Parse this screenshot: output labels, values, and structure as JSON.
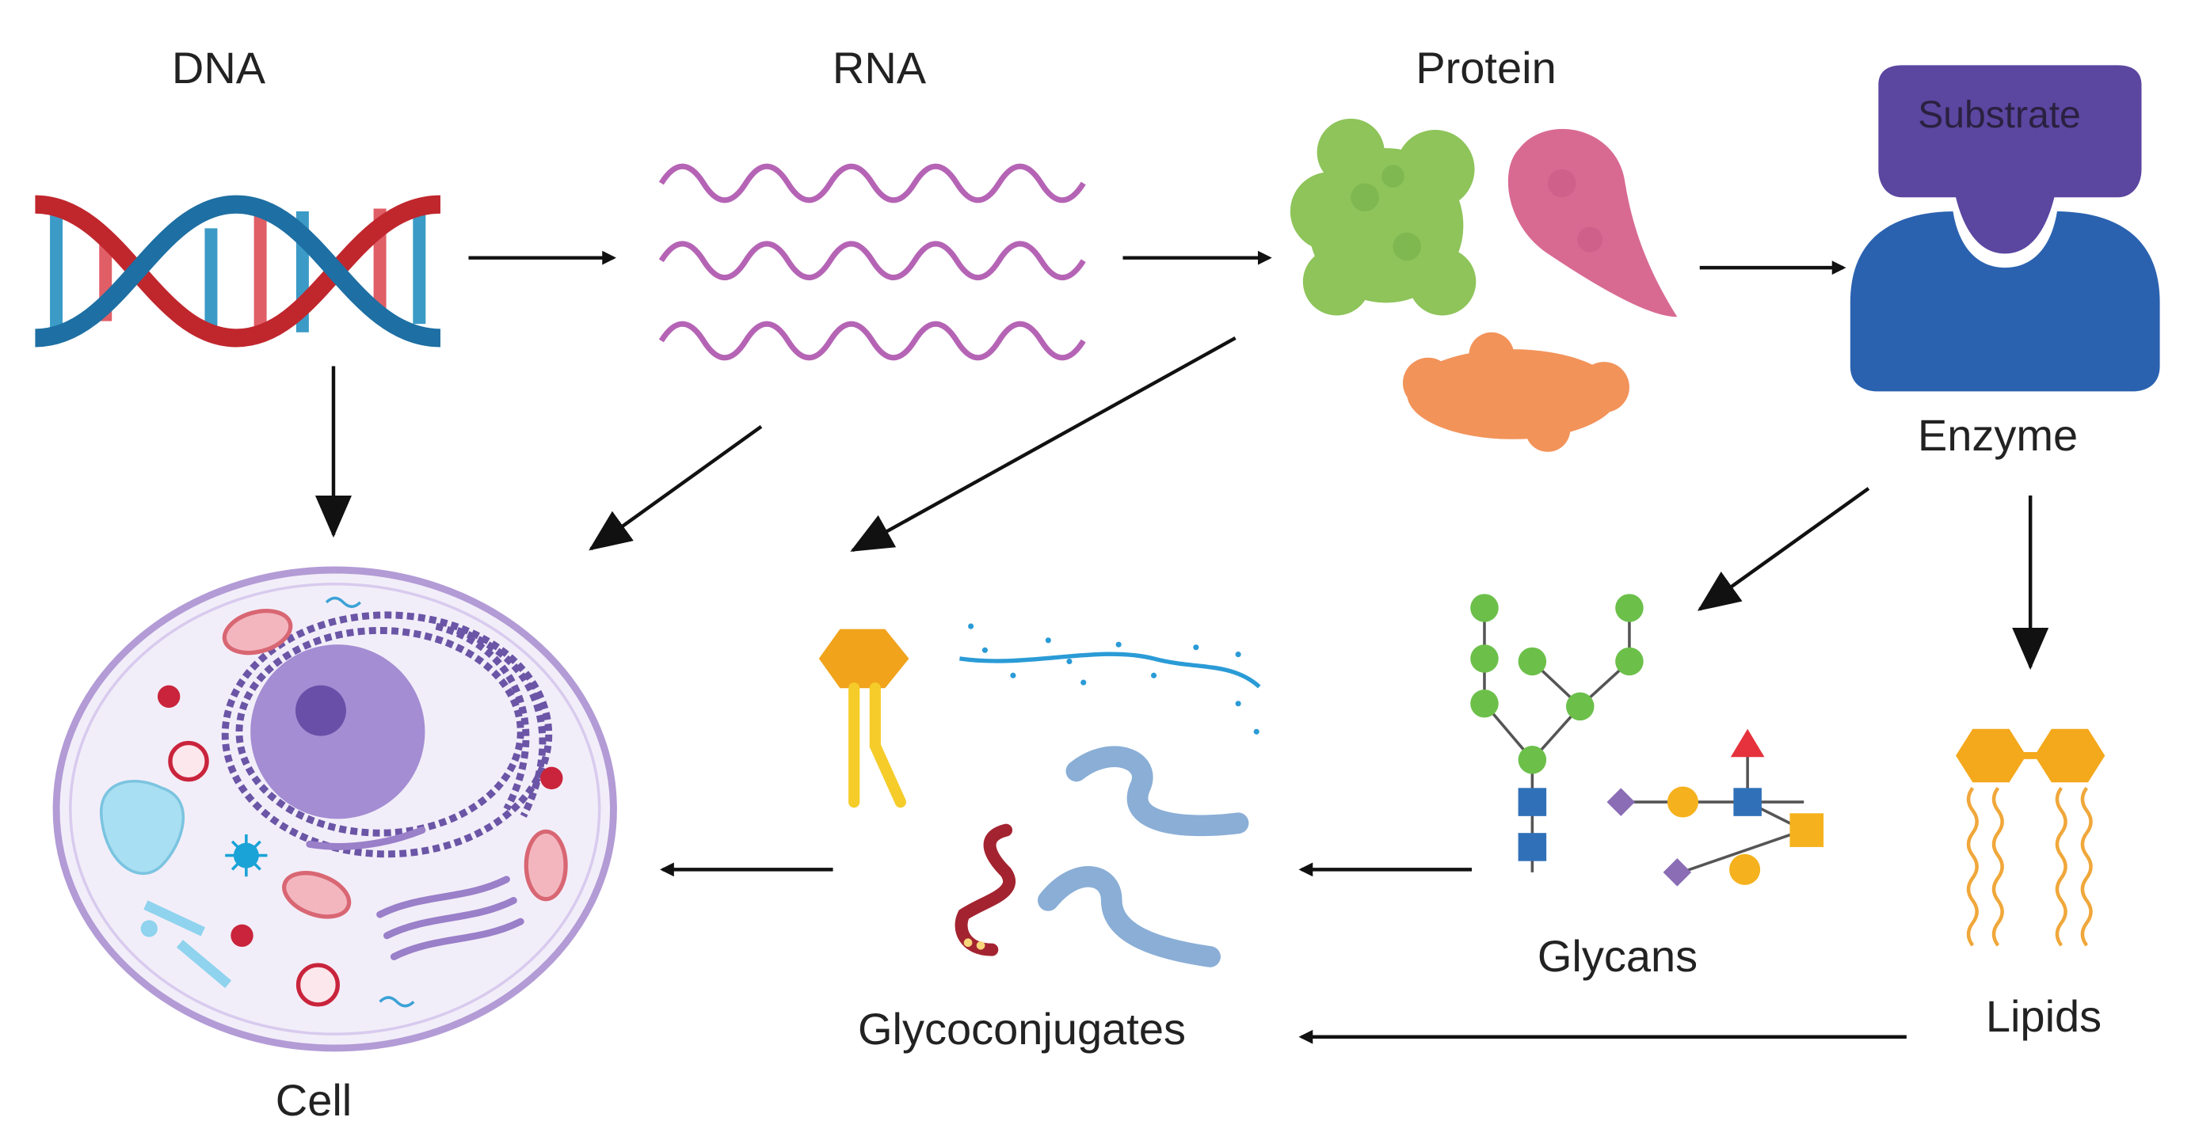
{
  "labels": {
    "dna": "DNA",
    "rna": "RNA",
    "protein": "Protein",
    "substrate": "Substrate",
    "enzyme": "Enzyme",
    "cell": "Cell",
    "glycoconjugates": "Glycoconjugates",
    "glycans": "Glycans",
    "lipids": "Lipids"
  },
  "colors": {
    "dna_red": "#c0272d",
    "dna_blue": "#1e6fa3",
    "rna": "#b564b5",
    "protein_green": "#8ec45a",
    "protein_pink": "#d86a92",
    "protein_orange": "#f2935a",
    "substrate": "#5b46a0",
    "enzyme": "#2a62b0",
    "cell_membrane": "#b39bd6",
    "glycan_green": "#6cc04a",
    "glycan_blue": "#3070b8",
    "glycan_yellow": "#f5b21e",
    "lipid_orange": "#f4a81c",
    "arrow": "#111111"
  }
}
